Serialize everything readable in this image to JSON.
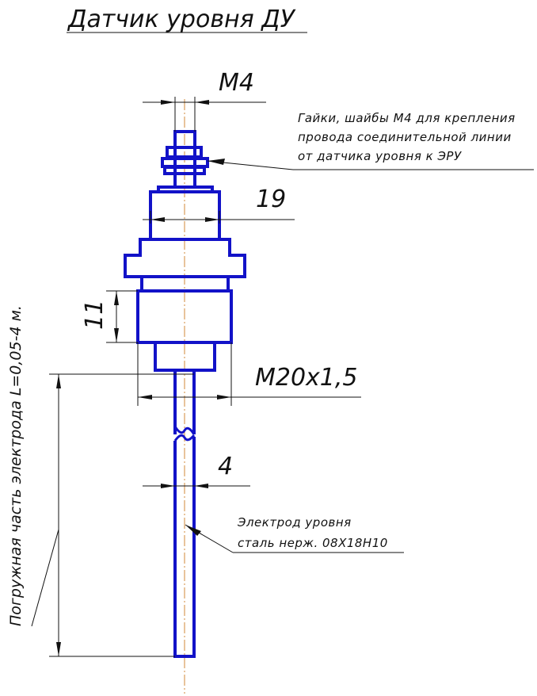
{
  "title": "Датчик уровня ДУ",
  "dimensions": {
    "m4": "М4",
    "hex19": "19",
    "h11": "11",
    "thread": "М20х1,5",
    "rod_dia": "4",
    "length": "Погружная часть электрода L=0,05-4 м."
  },
  "notes": {
    "nuts": [
      "Гайки, шайбы М4 для крепления",
      "провода соединительной линии",
      "от датчика уровня к ЭРУ"
    ],
    "electrode": [
      "Электрод уровня",
      "сталь нерж. 08Х18Н10"
    ]
  },
  "colors": {
    "part": "#1212c8",
    "axis": "#d08a3a",
    "line": "#111111"
  }
}
